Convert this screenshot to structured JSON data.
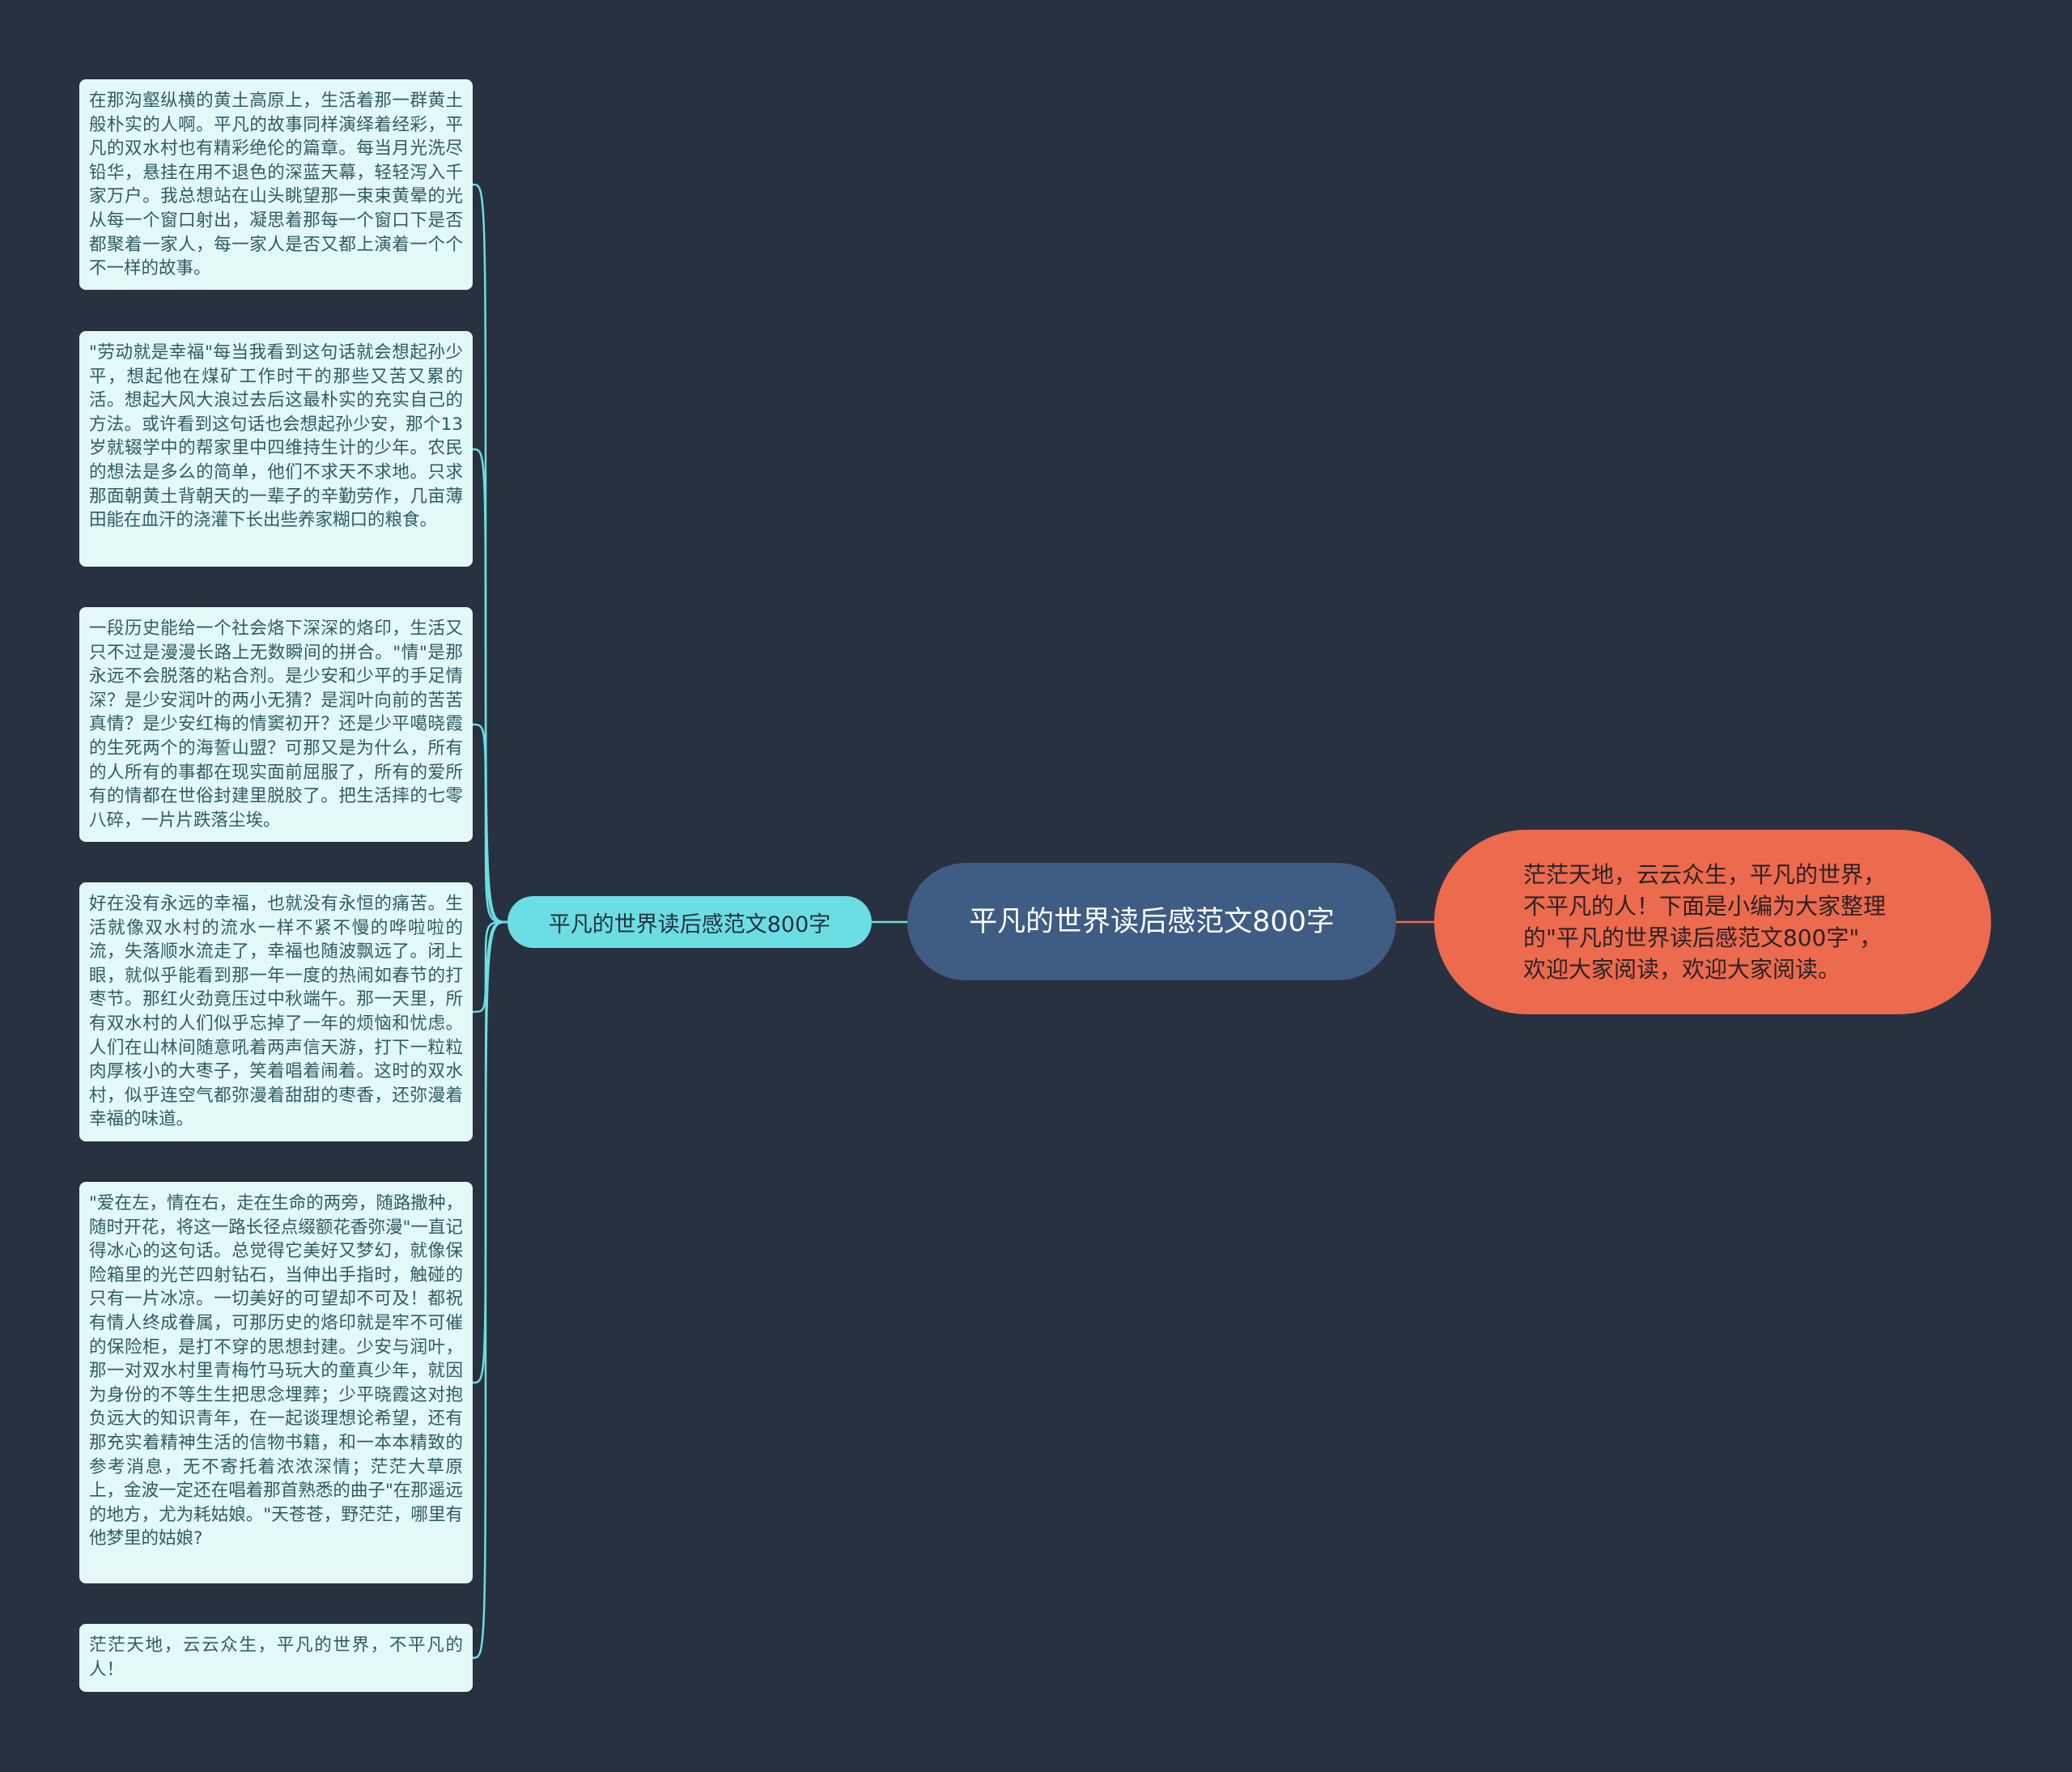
{
  "colors": {
    "background": "#283140",
    "leaf_fill": "#e2f9f8",
    "leaf_text": "#2e5c63",
    "branch_fill": "#6bdee3",
    "central_fill": "#3e5c84",
    "summary_fill": "#ec6a4d",
    "link_left": "#6bdee3",
    "link_right": "#ec6a4d"
  },
  "central": {
    "label": "平凡的世界读后感范文800字"
  },
  "branch": {
    "label": "平凡的世界读后感范文800字"
  },
  "summary": {
    "text": "茫茫天地，云云众生，平凡的世界，不平凡的人！下面是小编为大家整理的\"平凡的世界读后感范文800字\"，欢迎大家阅读，欢迎大家阅读。"
  },
  "leaves": [
    {
      "text": "在那沟壑纵横的黄土高原上，生活着那一群黄土般朴实的人啊。平凡的故事同样演绎着经彩，平凡的双水村也有精彩绝伦的篇章。每当月光洗尽铅华，悬挂在用不退色的深蓝天幕，轻轻泻入千家万户。我总想站在山头眺望那一束束黄晕的光从每一个窗口射出，凝思着那每一个窗口下是否都聚着一家人，每一家人是否又都上演着一个个不一样的故事。"
    },
    {
      "text": "\"劳动就是幸福\"每当我看到这句话就会想起孙少平，想起他在煤矿工作时干的那些又苦又累的活。想起大风大浪过去后这最朴实的充实自己的方法。或许看到这句话也会想起孙少安，那个13岁就辍学中的帮家里中四维持生计的少年。农民的想法是多么的简单，他们不求天不求地。只求那面朝黄土背朝天的一辈子的辛勤劳作，几亩薄田能在血汗的浇灌下长出些养家糊口的粮食。"
    },
    {
      "text": "一段历史能给一个社会烙下深深的烙印，生活又只不过是漫漫长路上无数瞬间的拼合。\"情\"是那永远不会脱落的粘合剂。是少安和少平的手足情深？是少安润叶的两小无猜？是润叶向前的苦苦真情？是少安红梅的情窦初开？还是少平噶晓霞的生死两个的海誓山盟？可那又是为什么，所有的人所有的事都在现实面前屈服了，所有的爱所有的情都在世俗封建里脱胶了。把生活摔的七零八碎，一片片跌落尘埃。"
    },
    {
      "text": "好在没有永远的幸福，也就没有永恒的痛苦。生活就像双水村的流水一样不紧不慢的哗啦啦的流，失落顺水流走了，幸福也随波飘远了。闭上眼，就似乎能看到那一年一度的热闹如春节的打枣节。那红火劲竟压过中秋端午。那一天里，所有双水村的人们似乎忘掉了一年的烦恼和忧虑。人们在山林间随意吼着两声信天游，打下一粒粒肉厚核小的大枣子，笑着唱着闹着。这时的双水村，似乎连空气都弥漫着甜甜的枣香，还弥漫着幸福的味道。"
    },
    {
      "text": "\"爱在左，情在右，走在生命的两旁，随路撒种，随时开花，将这一路长径点缀额花香弥漫\"一直记得冰心的这句话。总觉得它美好又梦幻，就像保险箱里的光芒四射钻石，当伸出手指时，触碰的只有一片冰凉。一切美好的可望却不可及！都祝有情人终成眷属，可那历史的烙印就是牢不可催的保险柜，是打不穿的思想封建。少安与润叶，那一对双水村里青梅竹马玩大的童真少年，就因为身份的不等生生把思念埋葬；少平晓霞这对抱负远大的知识青年，在一起谈理想论希望，还有那充实着精神生活的信物书籍，和一本本精致的参考消息，无不寄托着浓浓深情；茫茫大草原上，金波一定还在唱着那首熟悉的曲子\"在那遥远的地方，尤为耗姑娘。\"天苍苍，野茫茫，哪里有他梦里的姑娘?"
    },
    {
      "text": "茫茫天地，云云众生，平凡的世界，不平凡的人！"
    }
  ]
}
